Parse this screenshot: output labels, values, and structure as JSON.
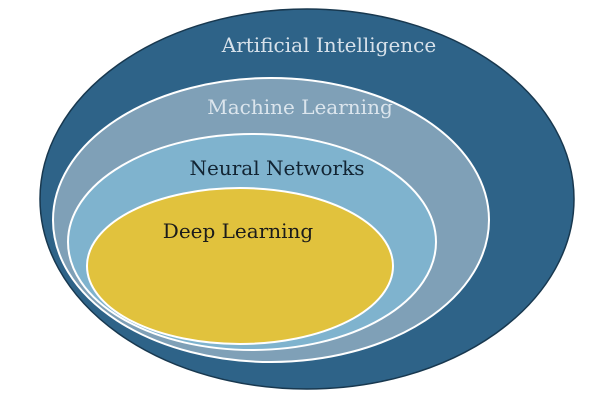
{
  "diagram": {
    "layers": [
      {
        "id": "ai",
        "label": "Artificial Intelligence",
        "fill": "#2e6388",
        "stroke": "#18384f",
        "text_color": "#d7e1ea"
      },
      {
        "id": "ml",
        "label": "Machine Learning",
        "fill": "#7fa0b7",
        "stroke": "#ffffff",
        "text_color": "#dbe5ed"
      },
      {
        "id": "nn",
        "label": "Neural Networks",
        "fill": "#7fb3ce",
        "stroke": "#ffffff",
        "text_color": "#122433"
      },
      {
        "id": "dl",
        "label": "Deep Learning",
        "fill": "#e1c23d",
        "stroke": "#ffffff",
        "text_color": "#1b1b1b"
      }
    ]
  }
}
